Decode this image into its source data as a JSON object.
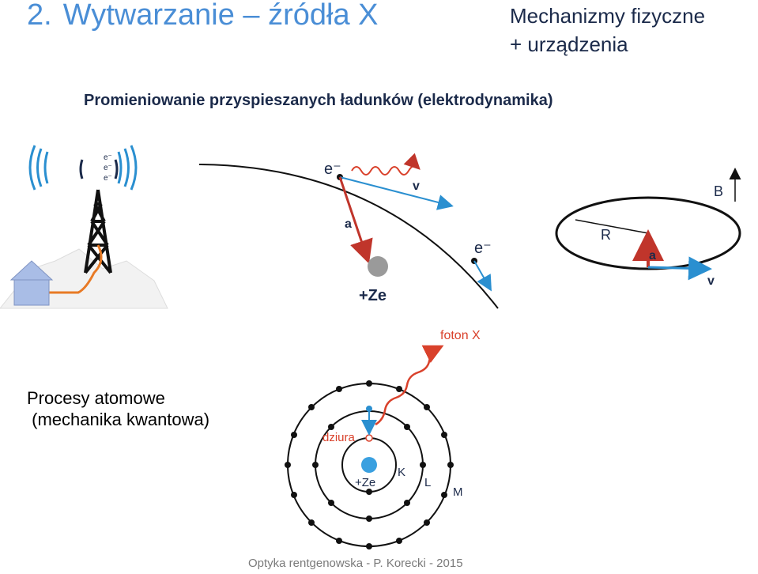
{
  "title": {
    "number": "2.",
    "text": "Wytwarzanie – źródła X"
  },
  "mechanisms": {
    "line1": "Mechanizmy fizyczne",
    "line2": "+ urządzenia"
  },
  "radiation_heading": "Promieniowanie przyspieszanych ładunków (elektrodynamika)",
  "atomic": {
    "line1": "Procesy atomowe",
    "line2": " (mechanika kwantowa)"
  },
  "figures": {
    "antenna": {
      "labels": [
        "e⁻",
        "e⁻",
        "e⁻"
      ]
    },
    "trajectory": {
      "electron_top": "e⁻",
      "electron_bottom": "e⁻",
      "velocity": "v",
      "acceleration": "a",
      "nucleus": "+Ze"
    },
    "circular": {
      "field": "B",
      "radius": "R",
      "acceleration": "a",
      "velocity": "v"
    },
    "atom": {
      "photon": "foton X",
      "hole": "dziura",
      "nucleus": "+Ze",
      "shells": [
        "K",
        "L",
        "M"
      ]
    }
  },
  "colors": {
    "title": "#4a8ed6",
    "text": "#1b2a4a",
    "photon": "#d9412b",
    "velocity": "#2a8fd0",
    "accel": "#c0352b"
  },
  "footer": "Optyka rentgenowska - P. Korecki - 2015"
}
